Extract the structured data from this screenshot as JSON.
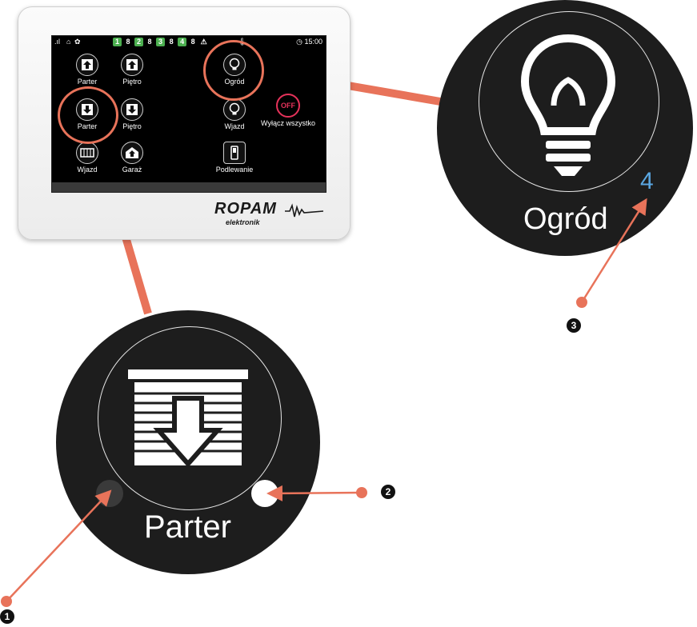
{
  "status_bar": {
    "zones": [
      "1",
      "2",
      "3",
      "4"
    ],
    "time": "15:00"
  },
  "panel_buttons": {
    "row1": [
      "Parter",
      "Piętro",
      "Ogród"
    ],
    "row2": [
      "Parter",
      "Piętro",
      "Wjazd",
      "Wyłącz wszystko"
    ],
    "row3": [
      "Wjazd",
      "Garaż",
      "Podlewanie"
    ],
    "off_label": "OFF"
  },
  "brand": {
    "name": "ROPAM",
    "sub": "elektronik"
  },
  "zoom_parter": {
    "label": "Parter"
  },
  "zoom_ogrod": {
    "label": "Ogród",
    "count": "4"
  },
  "markers": [
    "1",
    "2",
    "3"
  ],
  "colors": {
    "accent_callout": "#e8735a",
    "zone_active": "#4caf50",
    "off_red": "#e5325a",
    "count_blue": "#5aa7e2"
  }
}
